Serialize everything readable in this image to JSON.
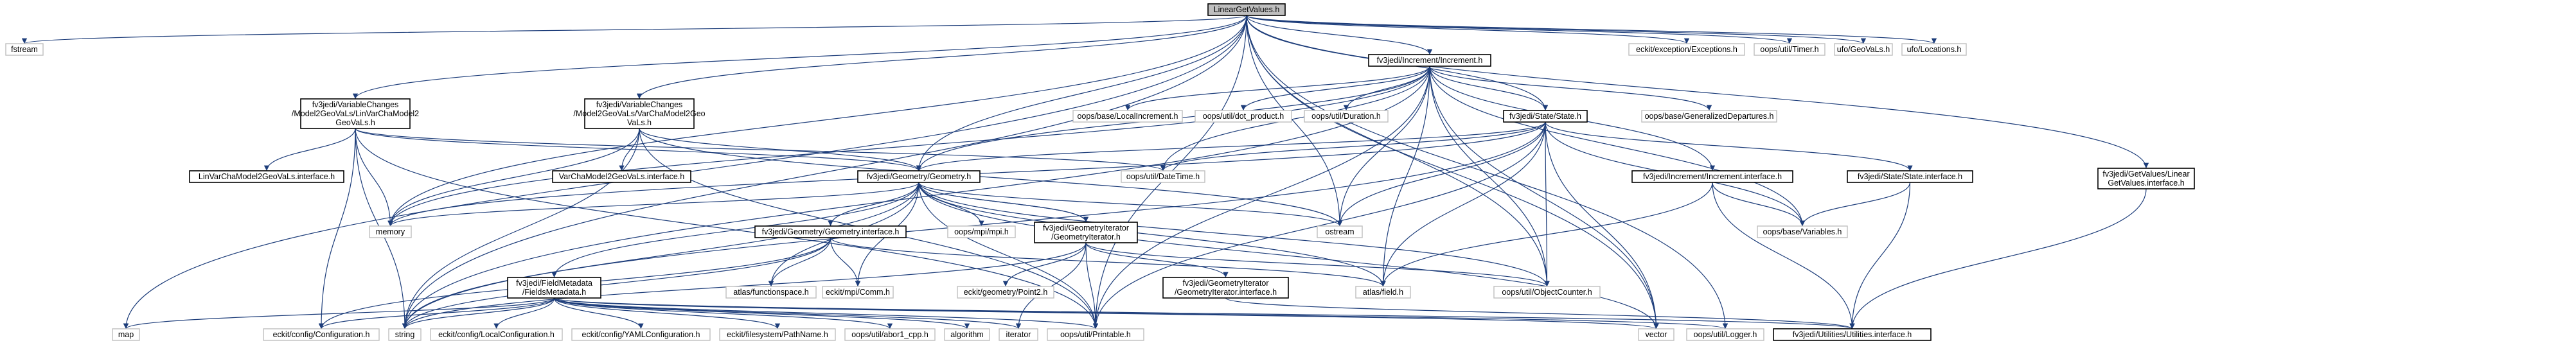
{
  "diagram": {
    "nodes": [
      {
        "id": "root",
        "lines": [
          "LinearGetValues.h"
        ],
        "style": "root"
      },
      {
        "id": "fstream",
        "lines": [
          "fstream"
        ],
        "style": "ext"
      },
      {
        "id": "vcl2h",
        "lines": [
          "fv3jedi/VariableChanges",
          "/Model2GeoVaLs/LinVarChaModel2",
          "GeoVaLs.h"
        ],
        "style": "doc"
      },
      {
        "id": "vc2h",
        "lines": [
          "fv3jedi/VariableChanges",
          "/Model2GeoVaLs/VarChaModel2Geo",
          "VaLs.h"
        ],
        "style": "doc"
      },
      {
        "id": "incr",
        "lines": [
          "fv3jedi/Increment/Increment.h"
        ],
        "style": "doc"
      },
      {
        "id": "state",
        "lines": [
          "fv3jedi/State/State.h"
        ],
        "style": "doc"
      },
      {
        "id": "ekex",
        "lines": [
          "eckit/exception/Exceptions.h"
        ],
        "style": "ext"
      },
      {
        "id": "timer",
        "lines": [
          "oops/util/Timer.h"
        ],
        "style": "ext"
      },
      {
        "id": "geovals",
        "lines": [
          "ufo/GeoVaLs.h"
        ],
        "style": "ext"
      },
      {
        "id": "locs",
        "lines": [
          "ufo/Locations.h"
        ],
        "style": "ext"
      },
      {
        "id": "localincr",
        "lines": [
          "oops/base/LocalIncrement.h"
        ],
        "style": "ext"
      },
      {
        "id": "dotprod",
        "lines": [
          "oops/util/dot_product.h"
        ],
        "style": "ext"
      },
      {
        "id": "duration",
        "lines": [
          "oops/util/Duration.h"
        ],
        "style": "ext"
      },
      {
        "id": "gendep",
        "lines": [
          "oops/base/GeneralizedDepartures.h"
        ],
        "style": "ext"
      },
      {
        "id": "lvcli",
        "lines": [
          "LinVarChaModel2GeoVaLs.interface.h"
        ],
        "style": "doc"
      },
      {
        "id": "vcli",
        "lines": [
          "VarChaModel2GeoVaLs.interface.h"
        ],
        "style": "doc"
      },
      {
        "id": "geom",
        "lines": [
          "fv3jedi/Geometry/Geometry.h"
        ],
        "style": "doc"
      },
      {
        "id": "datetime",
        "lines": [
          "oops/util/DateTime.h"
        ],
        "style": "ext"
      },
      {
        "id": "incri",
        "lines": [
          "fv3jedi/Increment/Increment.interface.h"
        ],
        "style": "doc"
      },
      {
        "id": "statei",
        "lines": [
          "fv3jedi/State/State.interface.h"
        ],
        "style": "doc"
      },
      {
        "id": "lgvi",
        "lines": [
          "fv3jedi/GetValues/Linear",
          "GetValues.interface.h"
        ],
        "style": "doc"
      },
      {
        "id": "memory",
        "lines": [
          "memory"
        ],
        "style": "ext"
      },
      {
        "id": "ostream",
        "lines": [
          "ostream"
        ],
        "style": "ext"
      },
      {
        "id": "variables",
        "lines": [
          "oops/base/Variables.h"
        ],
        "style": "ext"
      },
      {
        "id": "geomi",
        "lines": [
          "fv3jedi/Geometry/Geometry.interface.h"
        ],
        "style": "doc"
      },
      {
        "id": "mpi",
        "lines": [
          "oops/mpi/mpi.h"
        ],
        "style": "ext"
      },
      {
        "id": "geoiter",
        "lines": [
          "fv3jedi/GeometryIterator",
          "/GeometryIterator.h"
        ],
        "style": "doc"
      },
      {
        "id": "fieldmeta",
        "lines": [
          "fv3jedi/FieldMetadata",
          "/FieldsMetadata.h"
        ],
        "style": "doc"
      },
      {
        "id": "funcspace",
        "lines": [
          "atlas/functionspace.h"
        ],
        "style": "ext"
      },
      {
        "id": "comm",
        "lines": [
          "eckit/mpi/Comm.h"
        ],
        "style": "ext"
      },
      {
        "id": "point2",
        "lines": [
          "eckit/geometry/Point2.h"
        ],
        "style": "ext"
      },
      {
        "id": "geoiteri",
        "lines": [
          "fv3jedi/GeometryIterator",
          "/GeometryIterator.interface.h"
        ],
        "style": "doc"
      },
      {
        "id": "atlasfield",
        "lines": [
          "atlas/field.h"
        ],
        "style": "ext"
      },
      {
        "id": "objcounter",
        "lines": [
          "oops/util/ObjectCounter.h"
        ],
        "style": "ext"
      },
      {
        "id": "map",
        "lines": [
          "map"
        ],
        "style": "ext"
      },
      {
        "id": "ekconfig",
        "lines": [
          "eckit/config/Configuration.h"
        ],
        "style": "ext"
      },
      {
        "id": "string",
        "lines": [
          "string"
        ],
        "style": "ext"
      },
      {
        "id": "localconf",
        "lines": [
          "eckit/config/LocalConfiguration.h"
        ],
        "style": "ext"
      },
      {
        "id": "yamlconf",
        "lines": [
          "eckit/config/YAMLConfiguration.h"
        ],
        "style": "ext"
      },
      {
        "id": "pathname",
        "lines": [
          "eckit/filesystem/PathName.h"
        ],
        "style": "ext"
      },
      {
        "id": "abortcpp",
        "lines": [
          "oops/util/abor1_cpp.h"
        ],
        "style": "ext"
      },
      {
        "id": "algorithm",
        "lines": [
          "algorithm"
        ],
        "style": "ext"
      },
      {
        "id": "iterator",
        "lines": [
          "iterator"
        ],
        "style": "ext"
      },
      {
        "id": "printable",
        "lines": [
          "oops/util/Printable.h"
        ],
        "style": "ext"
      },
      {
        "id": "vector",
        "lines": [
          "vector"
        ],
        "style": "ext"
      },
      {
        "id": "logger",
        "lines": [
          "oops/util/Logger.h"
        ],
        "style": "ext"
      },
      {
        "id": "utilsi",
        "lines": [
          "fv3jedi/Utilities/Utilities.interface.h"
        ],
        "style": "doc"
      }
    ],
    "edges": [
      [
        "root",
        "fstream"
      ],
      [
        "root",
        "vcl2h"
      ],
      [
        "root",
        "vc2h"
      ],
      [
        "root",
        "incr"
      ],
      [
        "root",
        "state"
      ],
      [
        "root",
        "ekex"
      ],
      [
        "root",
        "timer"
      ],
      [
        "root",
        "geovals"
      ],
      [
        "root",
        "locs"
      ],
      [
        "root",
        "map"
      ],
      [
        "root",
        "memory"
      ],
      [
        "root",
        "string"
      ],
      [
        "root",
        "vector"
      ],
      [
        "root",
        "lgvi"
      ],
      [
        "root",
        "geom"
      ],
      [
        "root",
        "ostream"
      ],
      [
        "root",
        "printable"
      ],
      [
        "root",
        "objcounter"
      ],
      [
        "root",
        "logger"
      ],
      [
        "vcl2h",
        "lvcli"
      ],
      [
        "vcl2h",
        "geom"
      ],
      [
        "vcl2h",
        "memory"
      ],
      [
        "vcl2h",
        "string"
      ],
      [
        "vcl2h",
        "ekconfig"
      ],
      [
        "vcl2h",
        "printable"
      ],
      [
        "vcl2h",
        "datetime"
      ],
      [
        "vc2h",
        "vcli"
      ],
      [
        "vc2h",
        "geom"
      ],
      [
        "vc2h",
        "memory"
      ],
      [
        "vc2h",
        "string"
      ],
      [
        "vc2h",
        "ostream"
      ],
      [
        "vc2h",
        "printable"
      ],
      [
        "incr",
        "localincr"
      ],
      [
        "incr",
        "dotprod"
      ],
      [
        "incr",
        "duration"
      ],
      [
        "incr",
        "gendep"
      ],
      [
        "incr",
        "state"
      ],
      [
        "incr",
        "geom"
      ],
      [
        "incr",
        "datetime"
      ],
      [
        "incr",
        "incri"
      ],
      [
        "incr",
        "memory"
      ],
      [
        "incr",
        "ostream"
      ],
      [
        "incr",
        "objcounter"
      ],
      [
        "incr",
        "vector"
      ],
      [
        "incr",
        "variables"
      ],
      [
        "incr",
        "printable"
      ],
      [
        "incr",
        "atlasfield"
      ],
      [
        "incr",
        "string"
      ],
      [
        "state",
        "geom"
      ],
      [
        "state",
        "datetime"
      ],
      [
        "state",
        "statei"
      ],
      [
        "state",
        "variables"
      ],
      [
        "state",
        "objcounter"
      ],
      [
        "state",
        "ostream"
      ],
      [
        "state",
        "memory"
      ],
      [
        "state",
        "vector"
      ],
      [
        "state",
        "printable"
      ],
      [
        "state",
        "string"
      ],
      [
        "state",
        "atlasfield"
      ],
      [
        "incri",
        "variables"
      ],
      [
        "incri",
        "utilsi"
      ],
      [
        "incri",
        "atlasfield"
      ],
      [
        "statei",
        "variables"
      ],
      [
        "statei",
        "utilsi"
      ],
      [
        "lgvi",
        "utilsi"
      ],
      [
        "geom",
        "geomi"
      ],
      [
        "geom",
        "mpi"
      ],
      [
        "geom",
        "geoiter"
      ],
      [
        "geom",
        "fieldmeta"
      ],
      [
        "geom",
        "funcspace"
      ],
      [
        "geom",
        "comm"
      ],
      [
        "geom",
        "atlasfield"
      ],
      [
        "geom",
        "objcounter"
      ],
      [
        "geom",
        "ostream"
      ],
      [
        "geom",
        "printable"
      ],
      [
        "geom",
        "string"
      ],
      [
        "geom",
        "memory"
      ],
      [
        "geom",
        "vector"
      ],
      [
        "geomi",
        "funcspace"
      ],
      [
        "geomi",
        "comm"
      ],
      [
        "geomi",
        "atlasfield"
      ],
      [
        "geomi",
        "ekconfig"
      ],
      [
        "geomi",
        "string"
      ],
      [
        "geoiter",
        "point2"
      ],
      [
        "geoiter",
        "geoiteri"
      ],
      [
        "geoiter",
        "objcounter"
      ],
      [
        "geoiter",
        "printable"
      ],
      [
        "geoiter",
        "iterator"
      ],
      [
        "geoiter",
        "string"
      ],
      [
        "geoiter",
        "geom"
      ],
      [
        "geoiteri",
        "utilsi"
      ],
      [
        "fieldmeta",
        "map"
      ],
      [
        "fieldmeta",
        "ekconfig"
      ],
      [
        "fieldmeta",
        "string"
      ],
      [
        "fieldmeta",
        "localconf"
      ],
      [
        "fieldmeta",
        "yamlconf"
      ],
      [
        "fieldmeta",
        "pathname"
      ],
      [
        "fieldmeta",
        "abortcpp"
      ],
      [
        "fieldmeta",
        "algorithm"
      ],
      [
        "fieldmeta",
        "iterator"
      ],
      [
        "fieldmeta",
        "printable"
      ],
      [
        "fieldmeta",
        "vector"
      ],
      [
        "fieldmeta",
        "logger"
      ],
      [
        "fieldmeta",
        "utilsi"
      ]
    ]
  }
}
